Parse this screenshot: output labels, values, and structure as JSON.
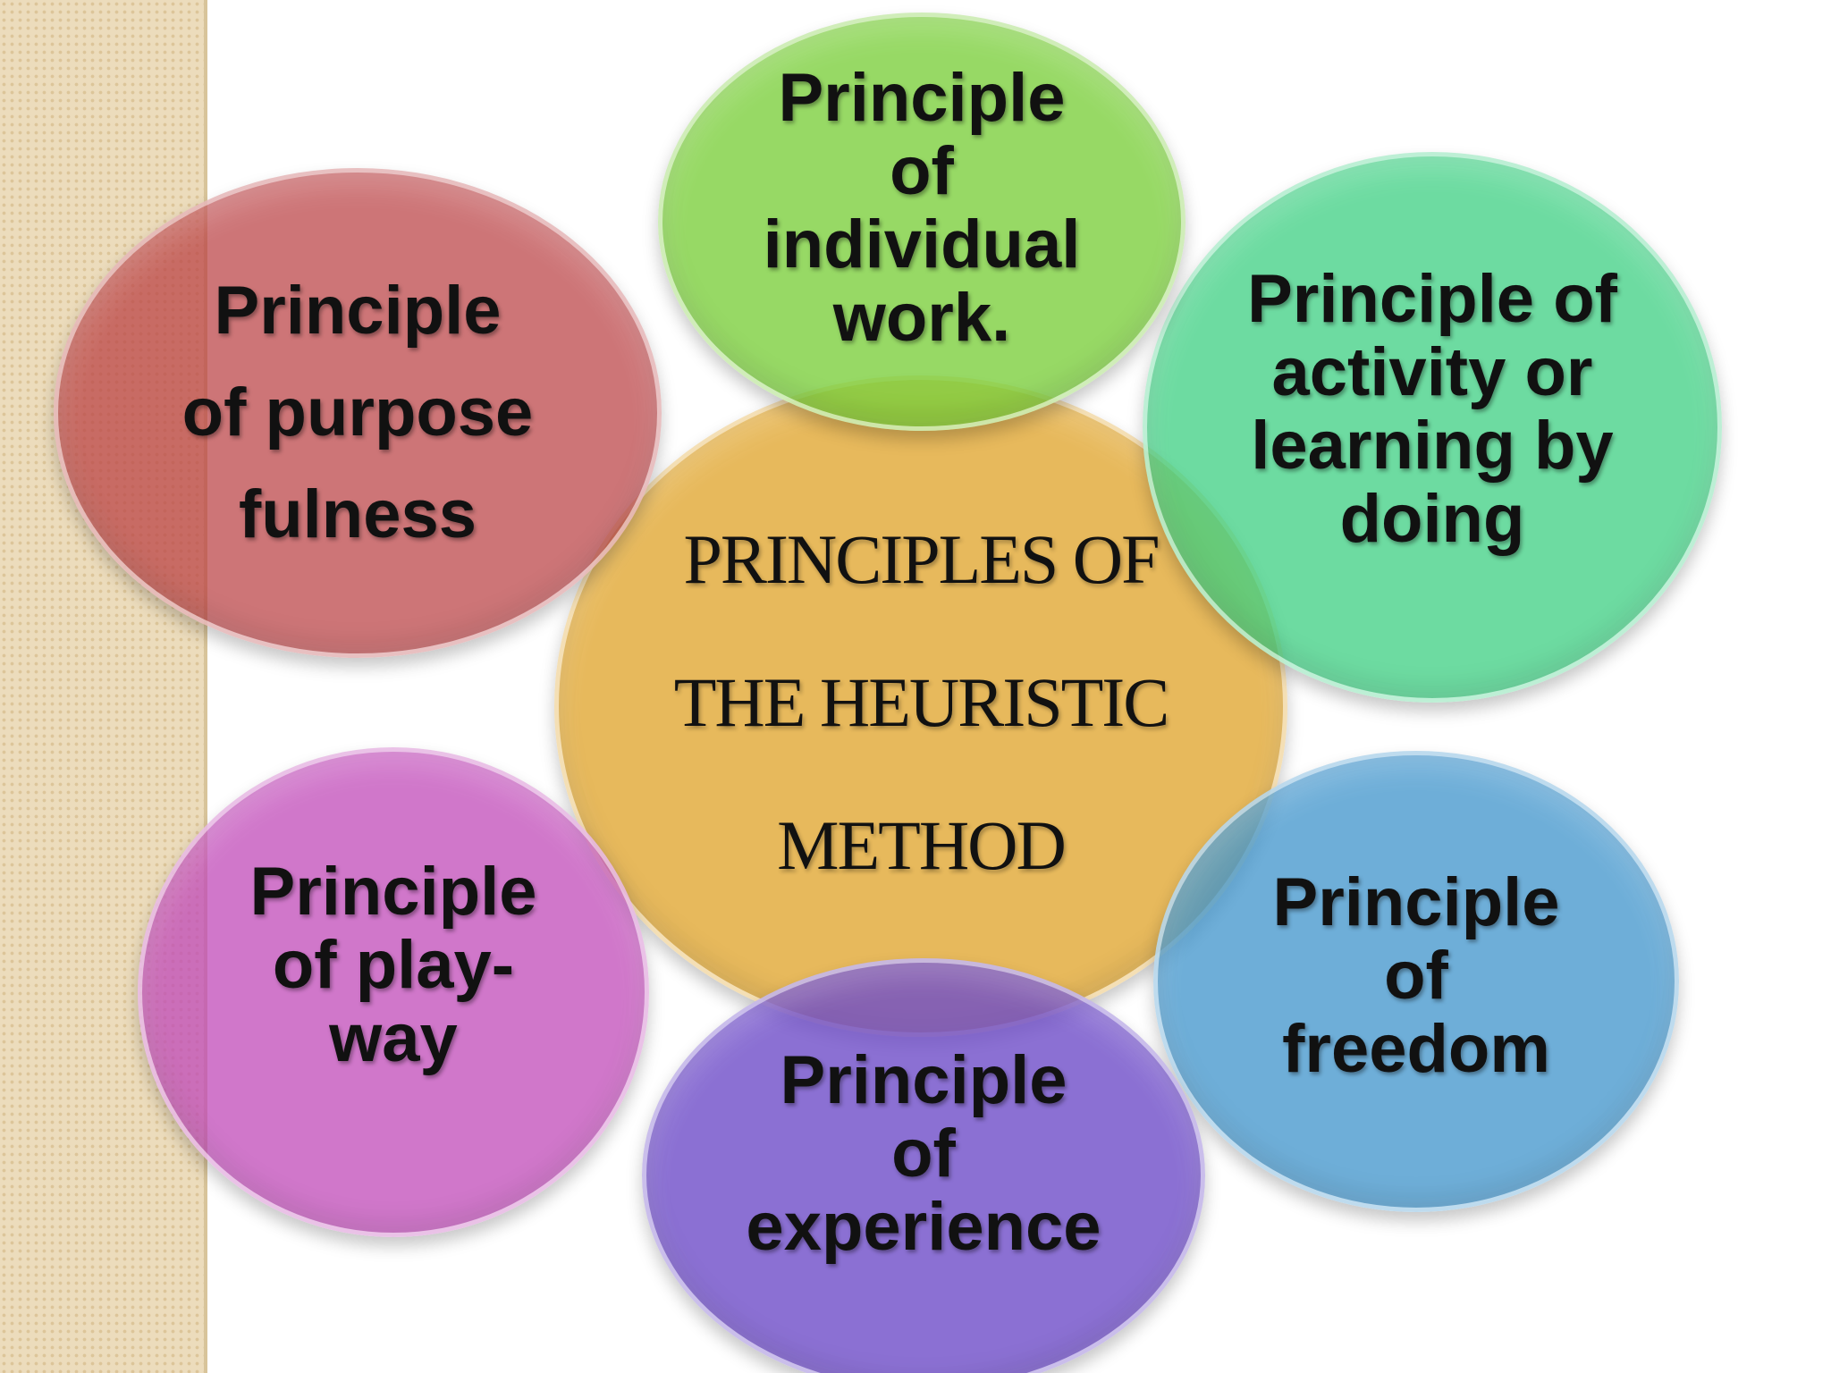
{
  "center": {
    "lines": [
      "PRINCIPLES OF",
      "THE HEURISTIC",
      "METHOD"
    ]
  },
  "bubbles": {
    "purpose": {
      "lines": [
        "Principle",
        "of purpose",
        "fulness"
      ]
    },
    "individual": {
      "lines": [
        "Principle",
        "of",
        "individual",
        "work."
      ]
    },
    "activity": {
      "lines": [
        "Principle of",
        "activity or",
        "learning by",
        "doing"
      ]
    },
    "freedom": {
      "lines": [
        "Principle",
        "of",
        "freedom"
      ]
    },
    "experience": {
      "lines": [
        "Principle",
        "of",
        "experience"
      ]
    },
    "playway": {
      "lines": [
        "Principle",
        "of play-",
        "way"
      ]
    }
  },
  "colors": {
    "center": "#e2aa38",
    "purpose": "#ba4042",
    "individual": "#7ace3a",
    "activity": "#3ace80",
    "freedom": "#4094cc",
    "experience": "#6e4cc8",
    "playway": "#c048b8",
    "side_strip": "#ecdcbc"
  }
}
